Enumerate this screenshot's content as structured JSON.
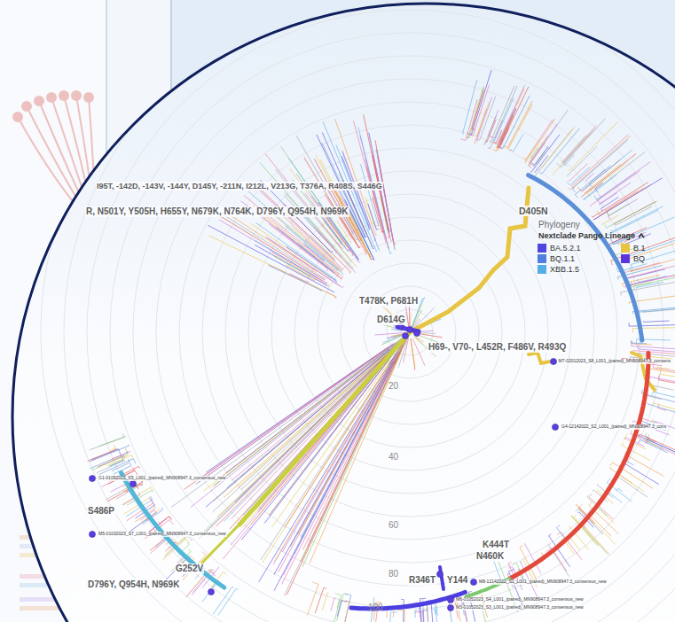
{
  "diagram": {
    "labels": [
      "I95T, -142D, -143V, -144Y, D145Y, -211N, I212L, V213G, T376A, R408S, S446G",
      "R, N501Y, Y505H, H655Y, N679K, N764K, D796Y, Q954H, N969K",
      "D405N",
      "T478K, P681H",
      "D614G",
      "H69-, V70-, L452R, F486V, R493Q",
      "M7-02012023_S8_L001_(paired)_MN908947.3_consens",
      "G4-12142022_S2_L001_(paired)_MN908947.3_cons",
      "G1-01092023_S5_L001_(paired)_MN908947.3_consensus_new",
      "S486P",
      "M5-01032023_S7_L001_(paired)_MN908947.3_consensus_new",
      "G252V",
      "D796Y, Q954H, N969K",
      "20",
      "40",
      "60",
      "80",
      "100",
      "K444T",
      "N460K",
      "Y144",
      "R346T",
      "M8-12142022_S1_L001_(paired)_MN908947.3_consensus_new",
      "M6-01052023_S4_L001_(paired)_MN908947.3_consensus_new",
      "M3-01052023_S3_L001_(paired)_MN908947.3_consensus_new",
      "Phylogeny",
      "Nextclade Pango Lineage"
    ],
    "legend": [
      {
        "text": "BA.5.2.1",
        "color": "#4f46e0"
      },
      {
        "text": "BQ.1.1",
        "color": "#4f7fe0"
      },
      {
        "text": "XBB.1.5",
        "color": "#56aee8"
      },
      {
        "text": "B.1",
        "color": "#e8c43f"
      },
      {
        "text": "BQ",
        "color": "#5a35dc"
      }
    ]
  }
}
